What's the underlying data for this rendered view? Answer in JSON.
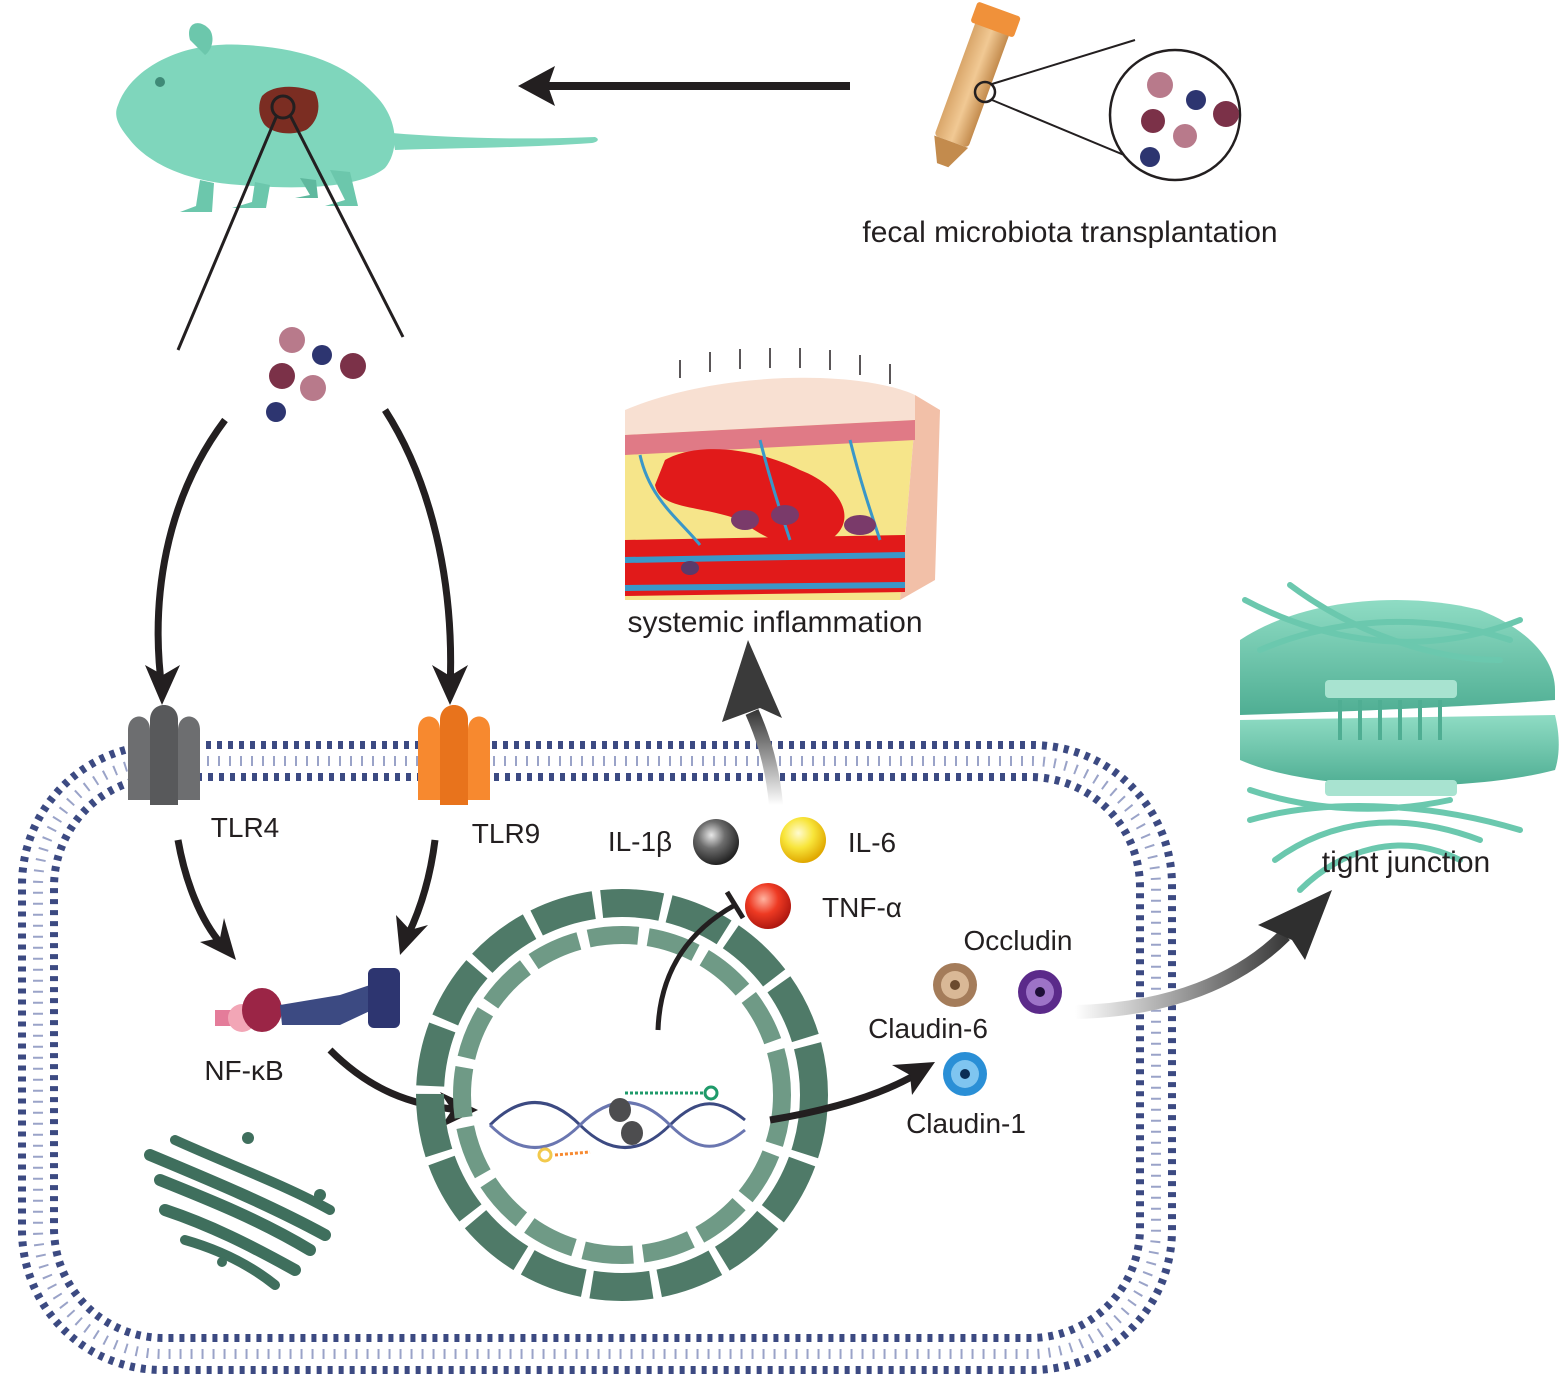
{
  "labels": {
    "fmt": "fecal microbiota transplantation",
    "inflammation": "systemic inflammation",
    "tight_junction": "tight junction",
    "tlr4": "TLR4",
    "tlr9": "TLR9",
    "nfkb": "NF-κB",
    "il1b": "IL-1β",
    "il6": "IL-6",
    "tnfa": "TNF-α",
    "occludin": "Occludin",
    "claudin6": "Claudin-6",
    "claudin1": "Claudin-1"
  },
  "colors": {
    "mouse": "#7fd6bc",
    "membrane": "#3c4a82",
    "nucleus": "#4f7a68",
    "tlr4": "#6d6e70",
    "tlr9": "#f7892f",
    "tight_junction": "#6bc8ae",
    "il1b": "#3a3a3a",
    "il6": "#f7e130",
    "tnfa": "#e22d1c",
    "occludin": "#5b2a8a",
    "claudin6": "#a47c5a",
    "claudin1": "#2a8fd6"
  },
  "icons": [
    "mouse",
    "fecal-tube",
    "microbe-cluster",
    "skin-tissue",
    "tight-junction",
    "golgi",
    "dna"
  ]
}
